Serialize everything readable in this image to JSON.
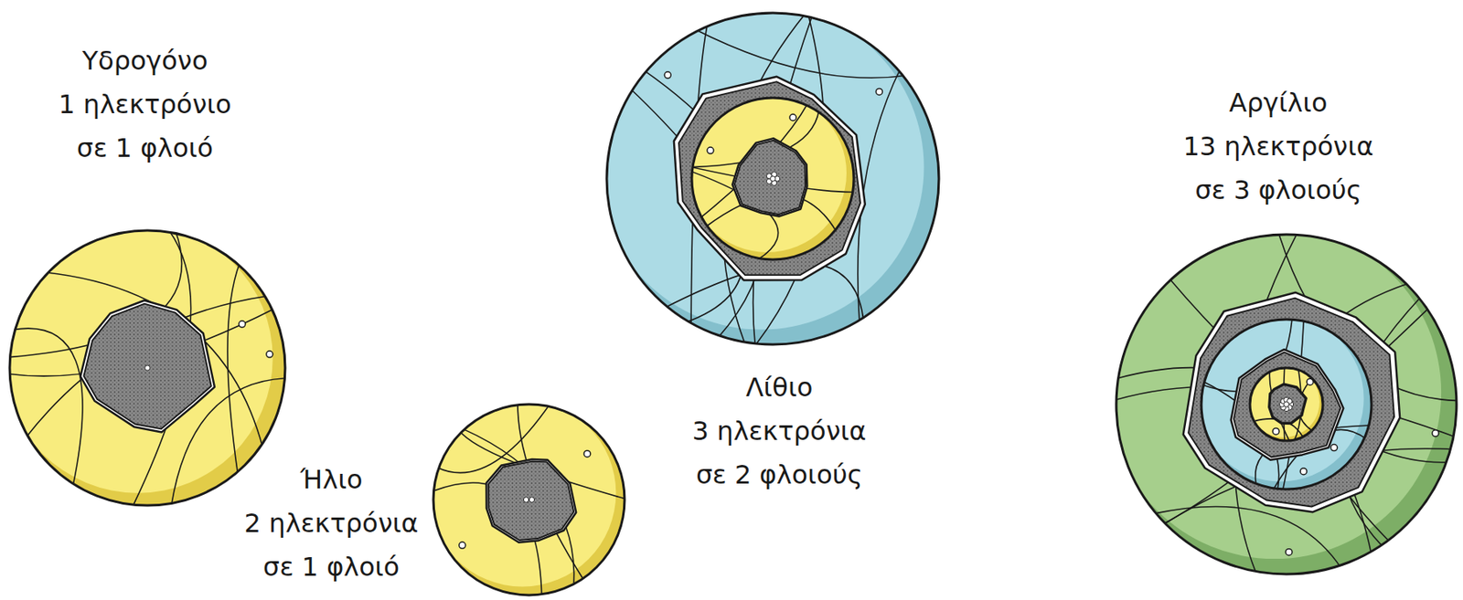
{
  "diagram": {
    "nodes": [
      {
        "text": [
          "Υδρογόνο",
          "1 ηλεκτρόνιο σε 1 φλοιό"
        ]
      },
      {
        "text": [
          "Ήλιο",
          "2 ηλεκτρόνια σε 1 φλοιό"
        ]
      },
      {
        "text": [
          "Λίθιο",
          "3 ηλεκτρόνια σε 2 φλοιούς"
        ]
      },
      {
        "text": [
          "Αργίλιο",
          "13 ηλεκτρόνια σε 3 φλοιούς"
        ]
      }
    ]
  }
}
